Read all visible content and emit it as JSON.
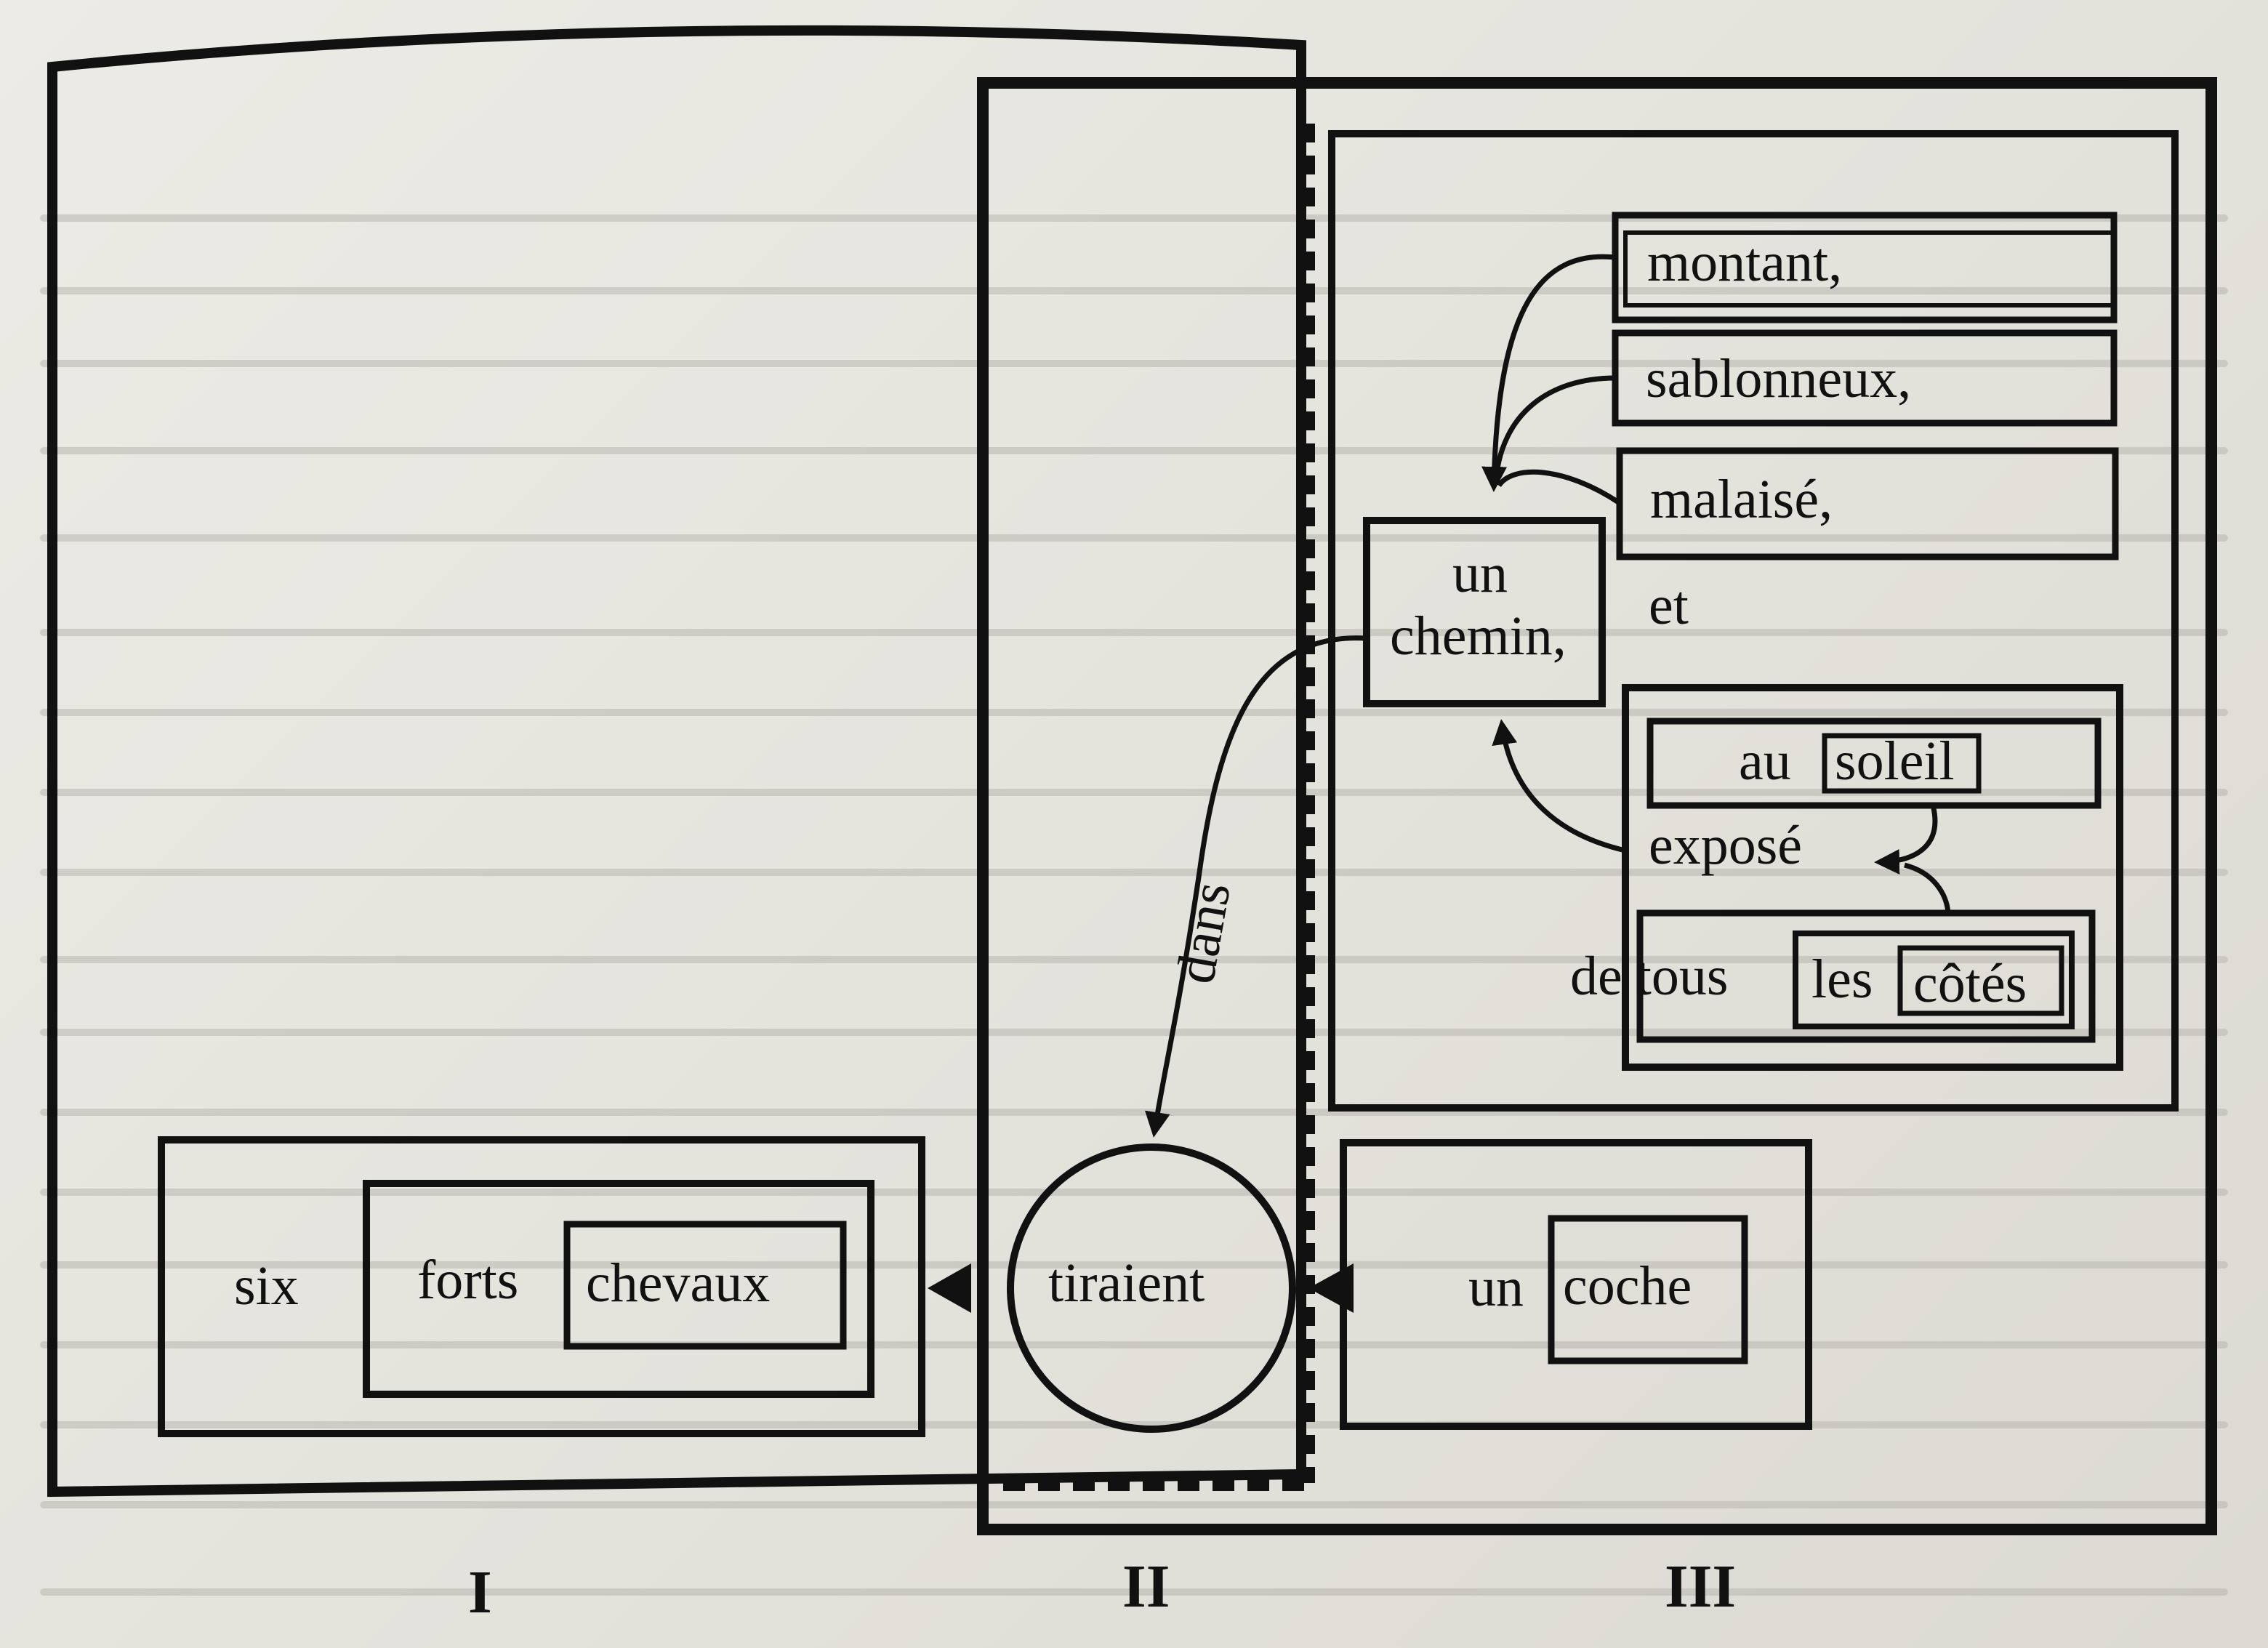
{
  "diagram": {
    "words": {
      "montant": "montant,",
      "sablonneux": "sablonneux,",
      "malaise": "malaisé,",
      "un_chemin_1": "un",
      "un_chemin_2": "chemin,",
      "et": "et",
      "au": "au",
      "soleil": "soleil",
      "expose": "exposé",
      "de_tous": "de tous",
      "les": "les",
      "cotes": "côtés",
      "dans": "dans",
      "six": "six",
      "forts": "forts",
      "chevaux": "chevaux",
      "tiraient": "tiraient",
      "un_coche_1": "un",
      "coche": "coche"
    },
    "roman_numerals": {
      "one": "I",
      "two": "II",
      "three": "III"
    },
    "colors": {
      "ink": "#111111",
      "paper": "#e6e4dc"
    }
  }
}
